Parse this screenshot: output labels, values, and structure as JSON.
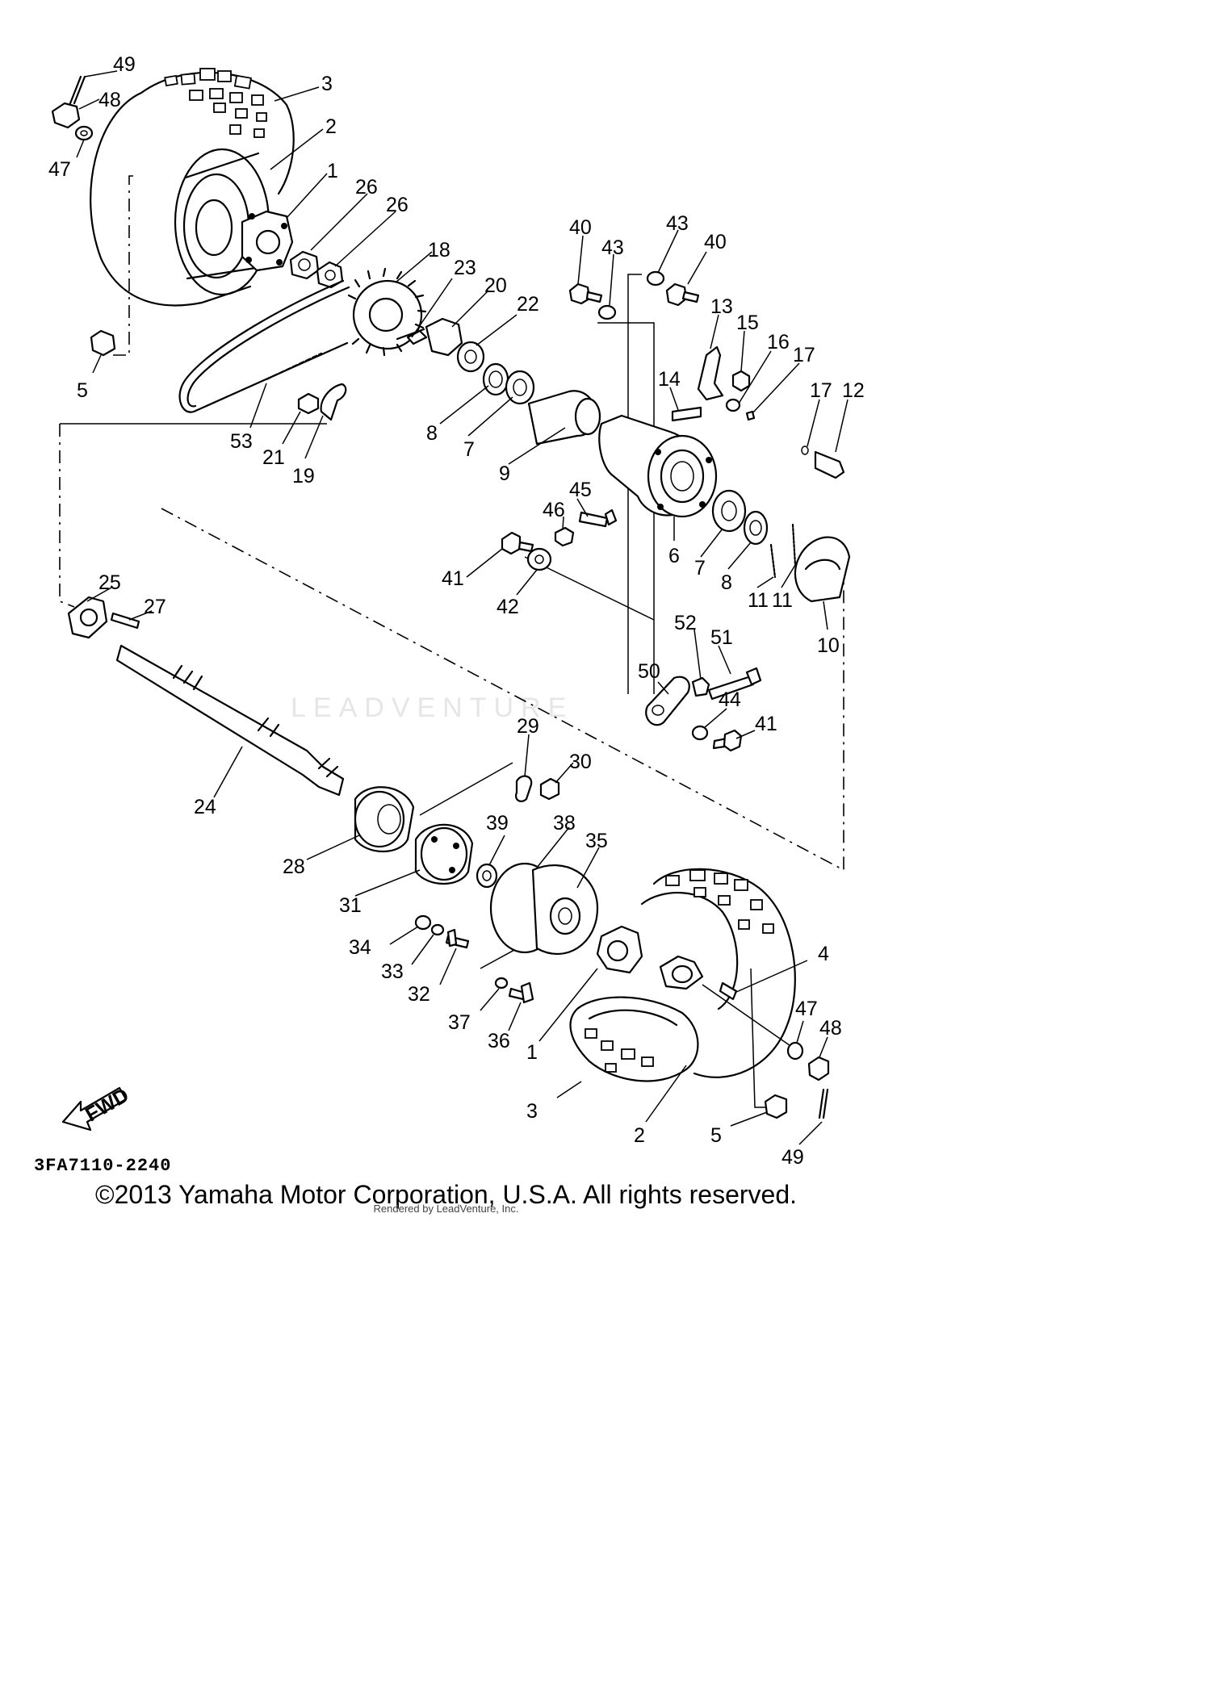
{
  "diagram_code": "3FA7110-2240",
  "copyright": "©2013 Yamaha Motor Corporation, U.S.A. All rights reserved.",
  "rendered_by": "Rendered by LeadVenture, Inc.",
  "watermark": "LEADVENTURE",
  "fwd_label": "FWD",
  "callouts": {
    "c1a": "1",
    "c1b": "1",
    "c2a": "2",
    "c2b": "2",
    "c3a": "3",
    "c3b": "3",
    "c4": "4",
    "c5a": "5",
    "c5b": "5",
    "c6": "6",
    "c7a": "7",
    "c7b": "7",
    "c8a": "8",
    "c8b": "8",
    "c9": "9",
    "c10": "10",
    "c11a": "11",
    "c11b": "11",
    "c12": "12",
    "c13": "13",
    "c14": "14",
    "c15": "15",
    "c16": "16",
    "c17a": "17",
    "c17b": "17",
    "c18": "18",
    "c19": "19",
    "c20": "20",
    "c21": "21",
    "c22": "22",
    "c23": "23",
    "c24": "24",
    "c25": "25",
    "c26a": "26",
    "c26b": "26",
    "c27": "27",
    "c28": "28",
    "c29": "29",
    "c30": "30",
    "c31": "31",
    "c32": "32",
    "c33": "33",
    "c34": "34",
    "c35": "35",
    "c36": "36",
    "c37": "37",
    "c38": "38",
    "c39": "39",
    "c40a": "40",
    "c40b": "40",
    "c41a": "41",
    "c41b": "41",
    "c42": "42",
    "c43a": "43",
    "c43b": "43",
    "c44": "44",
    "c45": "45",
    "c46": "46",
    "c47a": "47",
    "c47b": "47",
    "c48a": "48",
    "c48b": "48",
    "c49a": "49",
    "c49b": "49",
    "c50": "50",
    "c51": "51",
    "c52": "52",
    "c53": "53"
  }
}
